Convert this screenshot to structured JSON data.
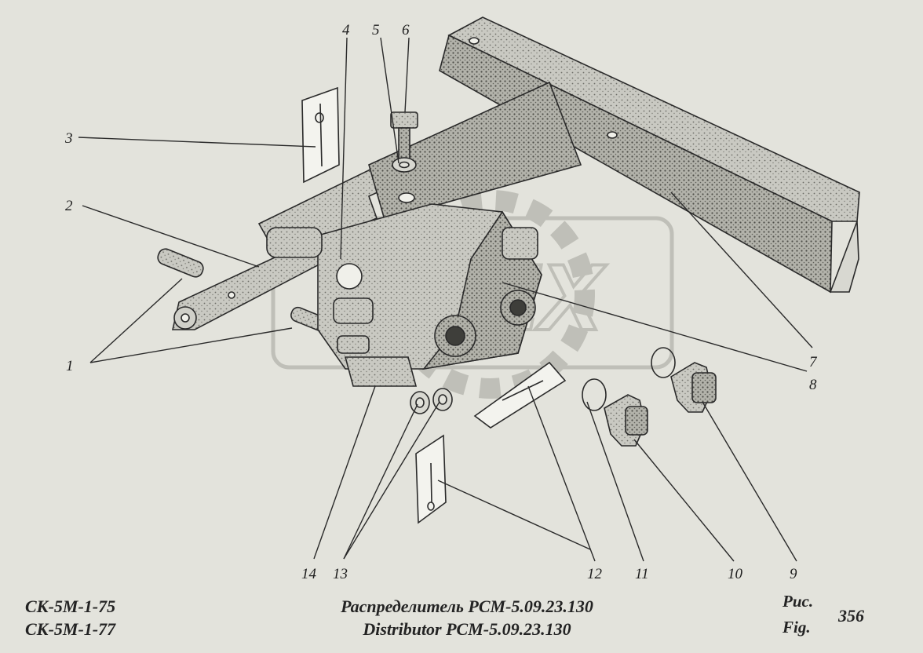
{
  "callouts": {
    "c1": "1",
    "c2": "2",
    "c3": "3",
    "c4": "4",
    "c5": "5",
    "c6": "6",
    "c7": "7",
    "c8": "8",
    "c9": "9",
    "c10": "10",
    "c11": "11",
    "c12": "12",
    "c13": "13",
    "c14": "14"
  },
  "models": [
    "СК-5М-1-75",
    "СК-5М-1-77"
  ],
  "title": {
    "ru": "Распределитель РСМ-5.09.23.130",
    "en": "Distributor РСМ-5.09.23.130"
  },
  "figure": {
    "label_ru": "Рис.",
    "label_en": "Fig.",
    "number": "356"
  },
  "colors": {
    "background": "#e3e3dc",
    "ink": "#1e1e1e",
    "metal": "#c4c4bd",
    "watermark": "#a3a39b"
  }
}
